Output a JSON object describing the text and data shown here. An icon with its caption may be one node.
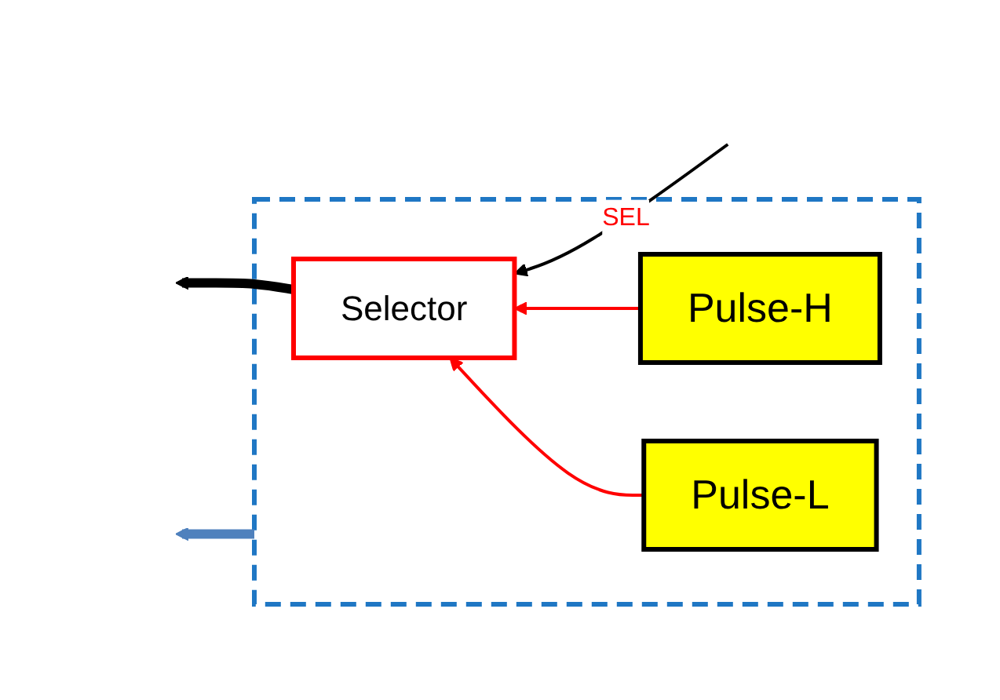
{
  "diagram": {
    "nodes": [
      {
        "text": [],
        "shape": "box"
      },
      {
        "text": [
          "Selector"
        ],
        "in": 0
      },
      {
        "text": [
          "Pulse-H"
        ],
        "in": 0
      },
      {
        "text": [
          "Pulse-L"
        ],
        "in": 0
      }
    ],
    "edges": [
      {
        "from": null,
        "to": 1,
        "arrow": "to",
        "label": "SEL"
      },
      {
        "from": 1,
        "to": null,
        "arrow": "to",
        "style": "thick"
      },
      {
        "from": 2,
        "to": 1,
        "arrow": "to",
        "color": "#ff0000"
      },
      {
        "from": 3,
        "to": 1,
        "arrow": "to",
        "color": "#ff0000"
      },
      {
        "from": 0,
        "to": null,
        "arrow": "to",
        "style": "thick",
        "color": "#4f81bd"
      }
    ]
  }
}
